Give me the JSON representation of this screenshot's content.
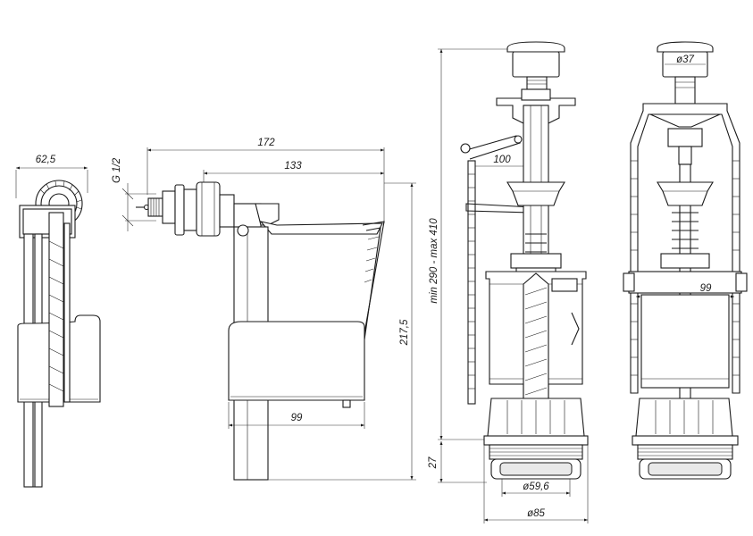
{
  "dimensions": {
    "side_width": "62,5",
    "thread": "G 1/2",
    "inlet_length": "172",
    "inlet_body": "133",
    "float_height": "217,5",
    "float_width": "99",
    "flush_range": "min 290 - max 410",
    "lever_reach": "100",
    "base_height": "27",
    "outlet_inner": "ø59,6",
    "outlet_outer": "ø85",
    "button_diam": "ø37",
    "overflow_width": "99"
  }
}
